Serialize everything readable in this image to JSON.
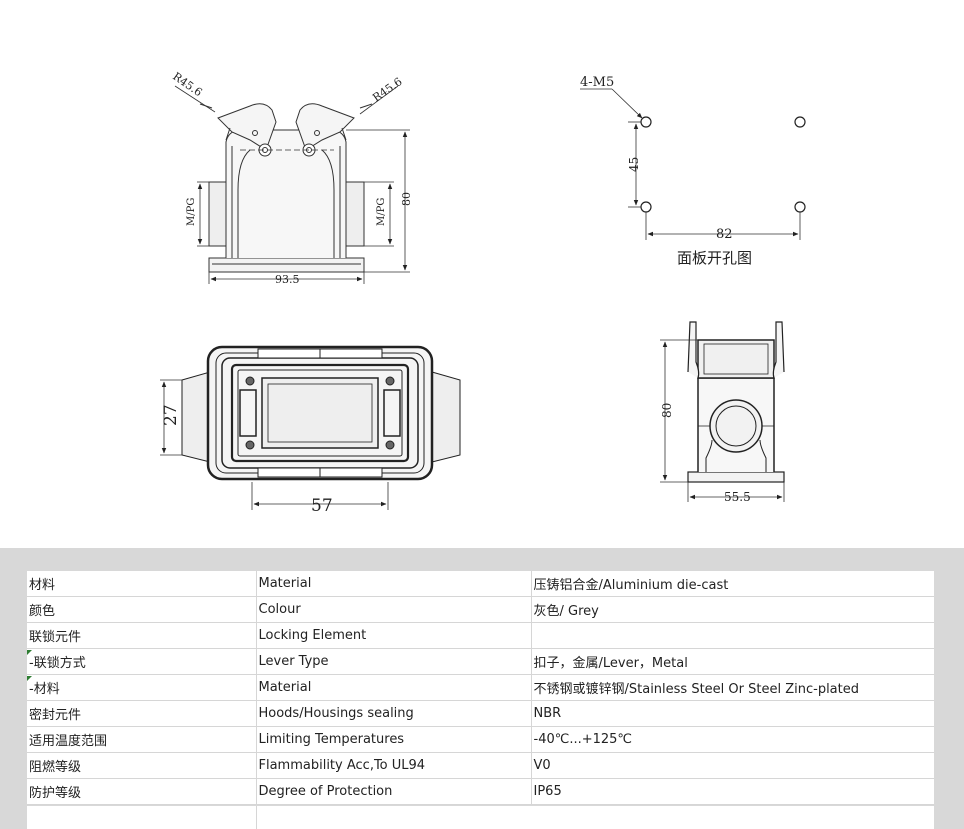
{
  "drawing": {
    "front_view": {
      "radius_left": "R45.6",
      "radius_right": "R45.6",
      "thread_left": "M/PG",
      "thread_right": "M/PG",
      "height": "80",
      "width": "93.5"
    },
    "panel_cutout": {
      "holes": "4-M5",
      "vertical_spacing": "45",
      "horizontal_spacing": "82",
      "caption": "面板开孔图"
    },
    "top_view": {
      "height": "27",
      "width": "57"
    },
    "side_view": {
      "height": "80",
      "width": "55.5"
    }
  },
  "specs": {
    "rows": [
      {
        "cn": "材料",
        "en": "Material",
        "value": "压铸铝合金/Aluminium die-cast",
        "sub": false
      },
      {
        "cn": "颜色",
        "en": "Colour",
        "value": "灰色/ Grey",
        "sub": false
      },
      {
        "cn": "联锁元件",
        "en": "Locking Element",
        "value": "",
        "sub": false
      },
      {
        "cn": "-联锁方式",
        "en": "Lever Type",
        "value": "扣子，金属/Lever，Metal",
        "sub": true
      },
      {
        "cn": "-材料",
        "en": "Material",
        "value": "不锈钢或镀锌钢/Stainless Steel Or Steel Zinc-plated",
        "sub": true
      },
      {
        "cn": "密封元件",
        "en": "Hoods/Housings sealing",
        "value": "NBR",
        "sub": false
      },
      {
        "cn": "适用温度范围",
        "en": "Limiting Temperatures",
        "value": "-40℃...+125℃",
        "sub": false
      },
      {
        "cn": "阻燃等级",
        "en": "Flammability Acc,To UL94",
        "value": "V0",
        "sub": false
      },
      {
        "cn": "防护等级",
        "en": "Degree of Protection",
        "value": "IP65",
        "sub": false
      }
    ]
  }
}
